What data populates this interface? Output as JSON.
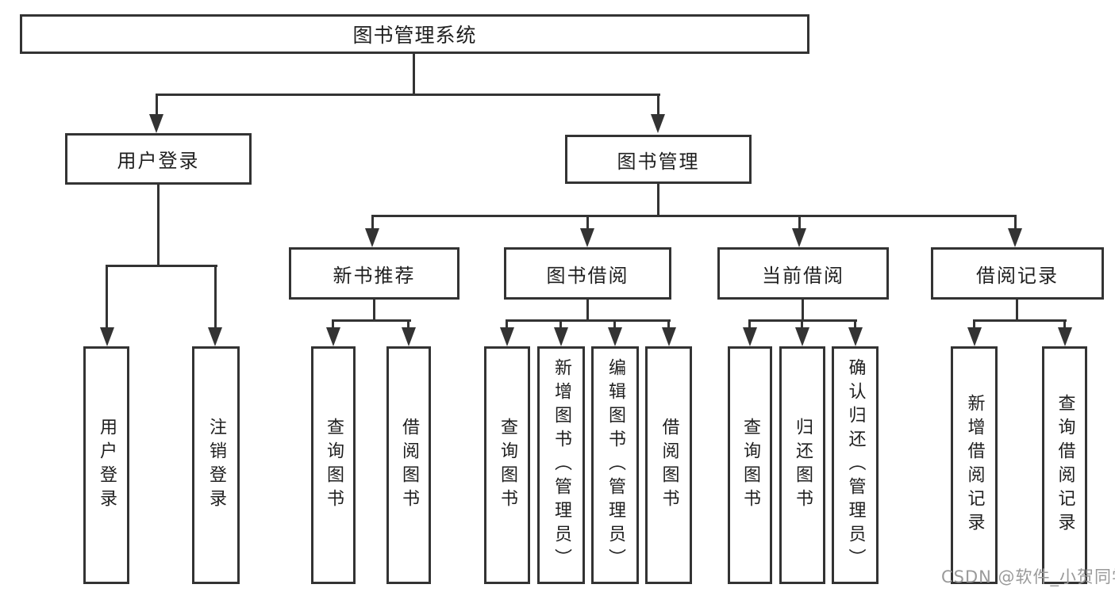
{
  "diagram_title": "图书管理系统",
  "tree": {
    "root": "图书管理系统",
    "branches": [
      {
        "label": "用户登录",
        "children": [
          "用户登录",
          "注销登录"
        ]
      },
      {
        "label": "图书管理",
        "children": [
          {
            "label": "新书推荐",
            "children": [
              "查询图书",
              "借阅图书"
            ]
          },
          {
            "label": "图书借阅",
            "children": [
              "查询图书",
              "新增图书（管理员）",
              "编辑图书（管理员）",
              "借阅图书"
            ]
          },
          {
            "label": "当前借阅",
            "children": [
              "查询图书",
              "归还图书",
              "确认归还（管理员）"
            ]
          },
          {
            "label": "借阅记录",
            "children": [
              "新增借阅记录",
              "查询借阅记录"
            ]
          }
        ]
      }
    ]
  },
  "watermark": {
    "text": "CSDN @软件_小贺同学"
  },
  "colors": {
    "line": "#333333",
    "text": "#1f1f1f",
    "background": "#ffffff",
    "watermark": "#9a9a9a"
  }
}
